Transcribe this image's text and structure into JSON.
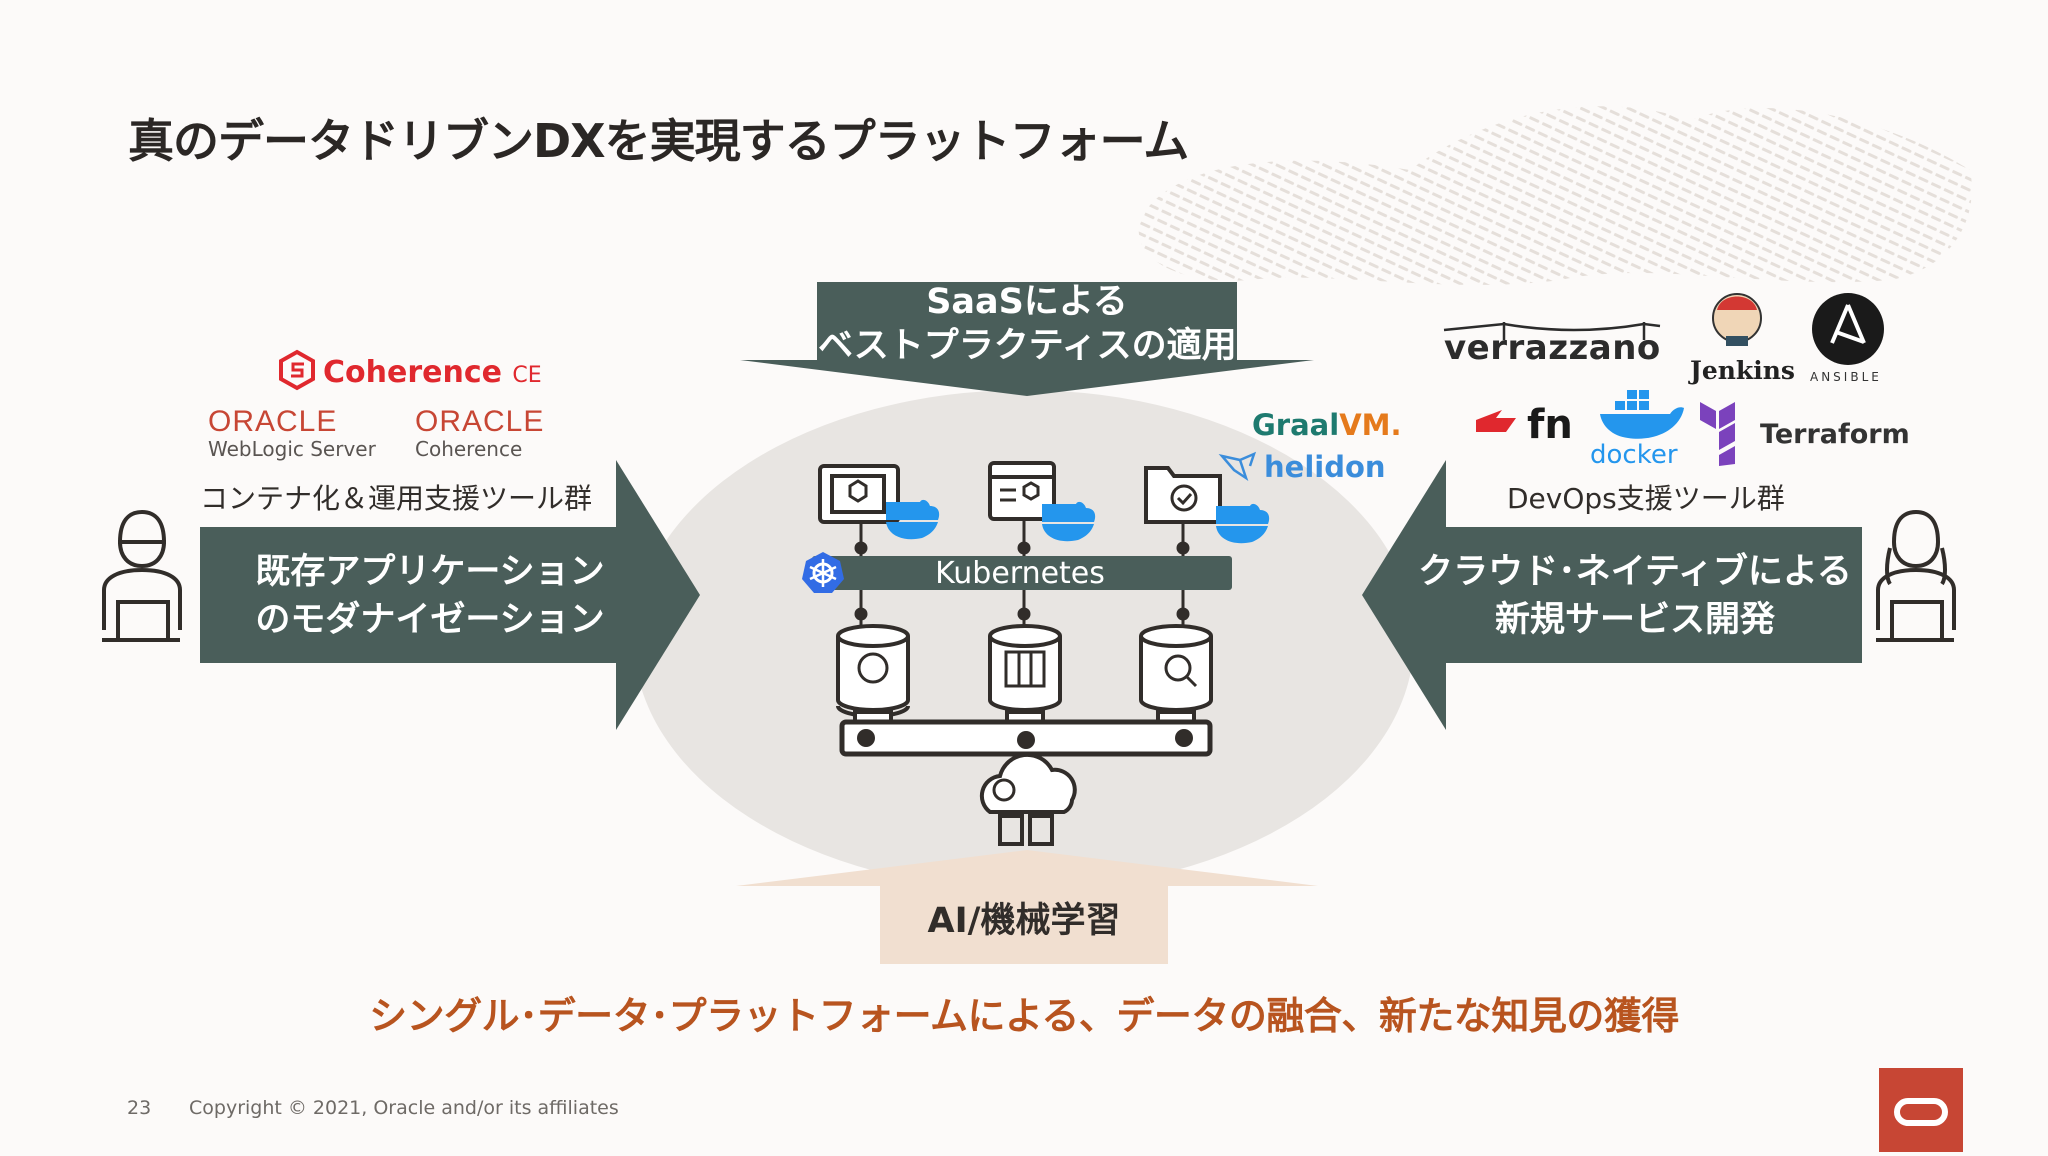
{
  "slide": {
    "title": "真のデータドリブンDXを実現するプラットフォーム",
    "page_number": "23",
    "copyright": "Copyright © 2021, Oracle and/or its affiliates"
  },
  "left_section": {
    "caption": "コンテナ化＆運用支援ツール群",
    "banner_line1": "既存アプリケーション",
    "banner_line2": "のモダナイゼーション",
    "logos": {
      "coherence_ce": "Coherence",
      "coherence_ce_suffix": "CE",
      "oracle_1": "ORACLE",
      "oracle_1_sub": "WebLogic Server",
      "oracle_2": "ORACLE",
      "oracle_2_sub": "Coherence"
    }
  },
  "right_section": {
    "caption": "DevOps支援ツール群",
    "banner_line1": "クラウド･ネイティブによる",
    "banner_line2": "新規サービス開発",
    "logos": {
      "verrazzano": "verrazzano",
      "jenkins": "Jenkins",
      "ansible": "ANSIBLE",
      "fn": "fn",
      "docker": "docker",
      "terraform": "Terraform"
    }
  },
  "top_section": {
    "banner_line1": "SaaSによる",
    "banner_line2": "ベストプラクティスの適用"
  },
  "center": {
    "kubernetes_label": "Kubernetes",
    "graalvm_a": "Graal",
    "graalvm_b": "VM.",
    "helidon": "helidon"
  },
  "bottom_section": {
    "banner": "AI/機械学習",
    "tagline": "シングル･データ･プラットフォームによる、データの融合、新たな知見の獲得"
  },
  "colors": {
    "banner_dark": "#4a5e5a",
    "oracle_red": "#c74634",
    "tagline_orange": "#b8541f",
    "beige_banner": "#f1dfd0",
    "ellipse": "#e8e5e2",
    "kube_blue": "#326ce5",
    "docker_blue": "#2496ed"
  }
}
